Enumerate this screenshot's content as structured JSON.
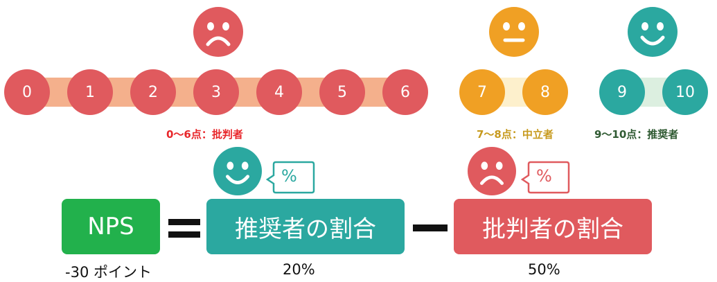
{
  "scale": {
    "detractor_scores": [
      "0",
      "1",
      "2",
      "3",
      "4",
      "5",
      "6"
    ],
    "passive_scores": [
      "7",
      "8"
    ],
    "promoter_scores": [
      "9",
      "10"
    ]
  },
  "labels": {
    "detractors": "0〜6点：批判者",
    "passives": "7〜8点：中立者",
    "promoters": "9〜10点：推奨者"
  },
  "formula": {
    "nps": "NPS",
    "promoter_ratio": "推奨者の割合",
    "detractor_ratio": "批判者の割合",
    "percent_symbol": "%"
  },
  "values": {
    "nps_value": "-30 ポイント",
    "promoter_value": "20%",
    "detractor_value": "50%"
  },
  "colors": {
    "detractor": "#e05a5e",
    "detractor_bar": "#f4b08c",
    "passive": "#f0a024",
    "passive_bar": "#fdf0cc",
    "promoter": "#2ba8a0",
    "promoter_bar": "#dcefe0",
    "nps_box": "#22b14c",
    "detractor_label": "#e8262a",
    "passive_label": "#c79a1e",
    "promoter_label": "#2f5a32"
  },
  "icons": [
    "sad-face-icon",
    "neutral-face-icon",
    "happy-face-icon",
    "percent-speech-bubble-icon"
  ]
}
